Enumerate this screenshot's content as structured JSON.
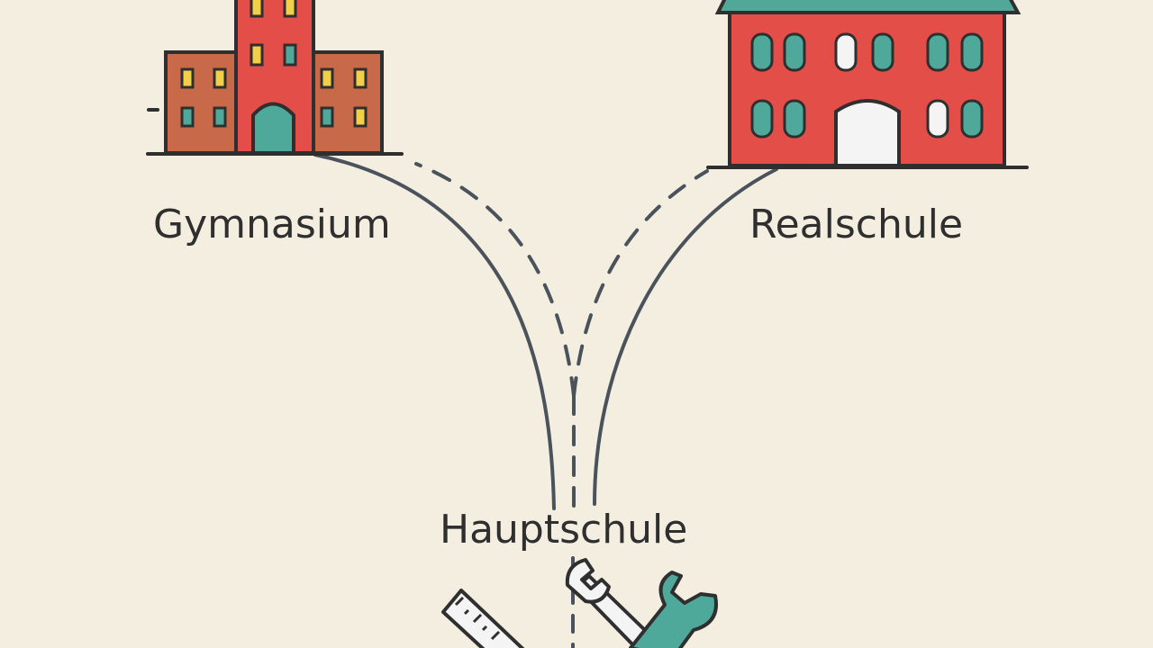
{
  "diagram": {
    "schools": {
      "gymnasium": {
        "label": "Gymnasium"
      },
      "realschule": {
        "label": "Realschule"
      },
      "hauptschule": {
        "label": "Hauptschule"
      }
    },
    "icons": {
      "gymnasium_building": "school-building-icon",
      "realschule_building": "school-building-icon",
      "hauptschule_tools": "ruler-and-wrench-icon"
    },
    "colors": {
      "background": "#f3eedf",
      "line": "#4a525c",
      "building_red": "#e44e48",
      "building_brown": "#c86a4a",
      "roof_teal": "#52a898",
      "window_teal": "#4fa99a",
      "window_yellow": "#f2cf48",
      "door_white": "#f4f4f4",
      "wrench_teal": "#4fa99a",
      "outline": "#2f2f2f"
    }
  }
}
